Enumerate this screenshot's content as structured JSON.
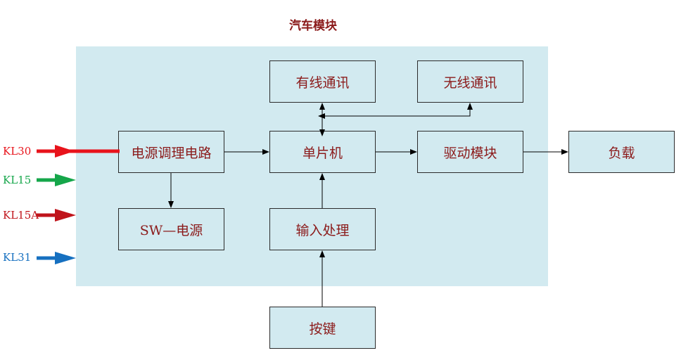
{
  "title": "汽车模块",
  "blocks": {
    "power_regulator": "电源调理电路",
    "sw_power": "SW—电源",
    "wired_comm": "有线通讯",
    "wireless_comm": "无线通讯",
    "mcu": "单片机",
    "input_processing": "输入处理",
    "drive_module": "驱动模块",
    "load": "负载",
    "keys": "按键"
  },
  "pins": [
    {
      "label": "KL30",
      "color": "#e8131b"
    },
    {
      "label": "KL15",
      "color": "#15a64a"
    },
    {
      "label": "KL15A",
      "color": "#c0141b"
    },
    {
      "label": "KL31",
      "color": "#1670c0"
    }
  ],
  "colors": {
    "panel": "#d2eaf0",
    "text": "#8b1a1a",
    "line": "#000000"
  }
}
